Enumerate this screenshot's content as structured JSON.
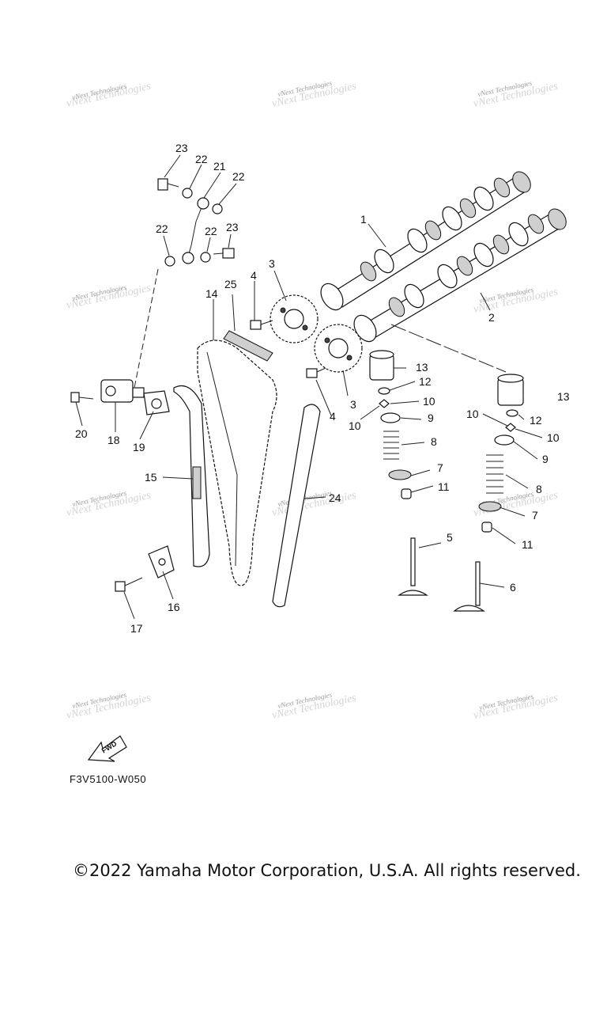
{
  "diagram": {
    "code": "F3V5100-W050",
    "copyright": "©2022 Yamaha Motor Corporation, U.S.A. All rights reserved.",
    "fwd_label": "FWD",
    "watermark": "vNext Technologies"
  },
  "callouts": [
    {
      "id": "c1",
      "label": "1"
    },
    {
      "id": "c2",
      "label": "2"
    },
    {
      "id": "c3a",
      "label": "3"
    },
    {
      "id": "c3b",
      "label": "3"
    },
    {
      "id": "c4a",
      "label": "4"
    },
    {
      "id": "c4b",
      "label": "4"
    },
    {
      "id": "c5",
      "label": "5"
    },
    {
      "id": "c6",
      "label": "6"
    },
    {
      "id": "c7a",
      "label": "7"
    },
    {
      "id": "c7b",
      "label": "7"
    },
    {
      "id": "c8a",
      "label": "8"
    },
    {
      "id": "c8b",
      "label": "8"
    },
    {
      "id": "c9a",
      "label": "9"
    },
    {
      "id": "c9b",
      "label": "9"
    },
    {
      "id": "c10a",
      "label": "10"
    },
    {
      "id": "c10b",
      "label": "10"
    },
    {
      "id": "c10c",
      "label": "10"
    },
    {
      "id": "c10d",
      "label": "10"
    },
    {
      "id": "c11a",
      "label": "11"
    },
    {
      "id": "c11b",
      "label": "11"
    },
    {
      "id": "c12a",
      "label": "12"
    },
    {
      "id": "c12b",
      "label": "12"
    },
    {
      "id": "c13a",
      "label": "13"
    },
    {
      "id": "c13b",
      "label": "13"
    },
    {
      "id": "c14",
      "label": "14"
    },
    {
      "id": "c15",
      "label": "15"
    },
    {
      "id": "c16",
      "label": "16"
    },
    {
      "id": "c17",
      "label": "17"
    },
    {
      "id": "c18",
      "label": "18"
    },
    {
      "id": "c19",
      "label": "19"
    },
    {
      "id": "c20",
      "label": "20"
    },
    {
      "id": "c21",
      "label": "21"
    },
    {
      "id": "c22a",
      "label": "22"
    },
    {
      "id": "c22b",
      "label": "22"
    },
    {
      "id": "c22c",
      "label": "22"
    },
    {
      "id": "c22d",
      "label": "22"
    },
    {
      "id": "c23a",
      "label": "23"
    },
    {
      "id": "c23b",
      "label": "23"
    },
    {
      "id": "c24",
      "label": "24"
    },
    {
      "id": "c25",
      "label": "25"
    }
  ]
}
